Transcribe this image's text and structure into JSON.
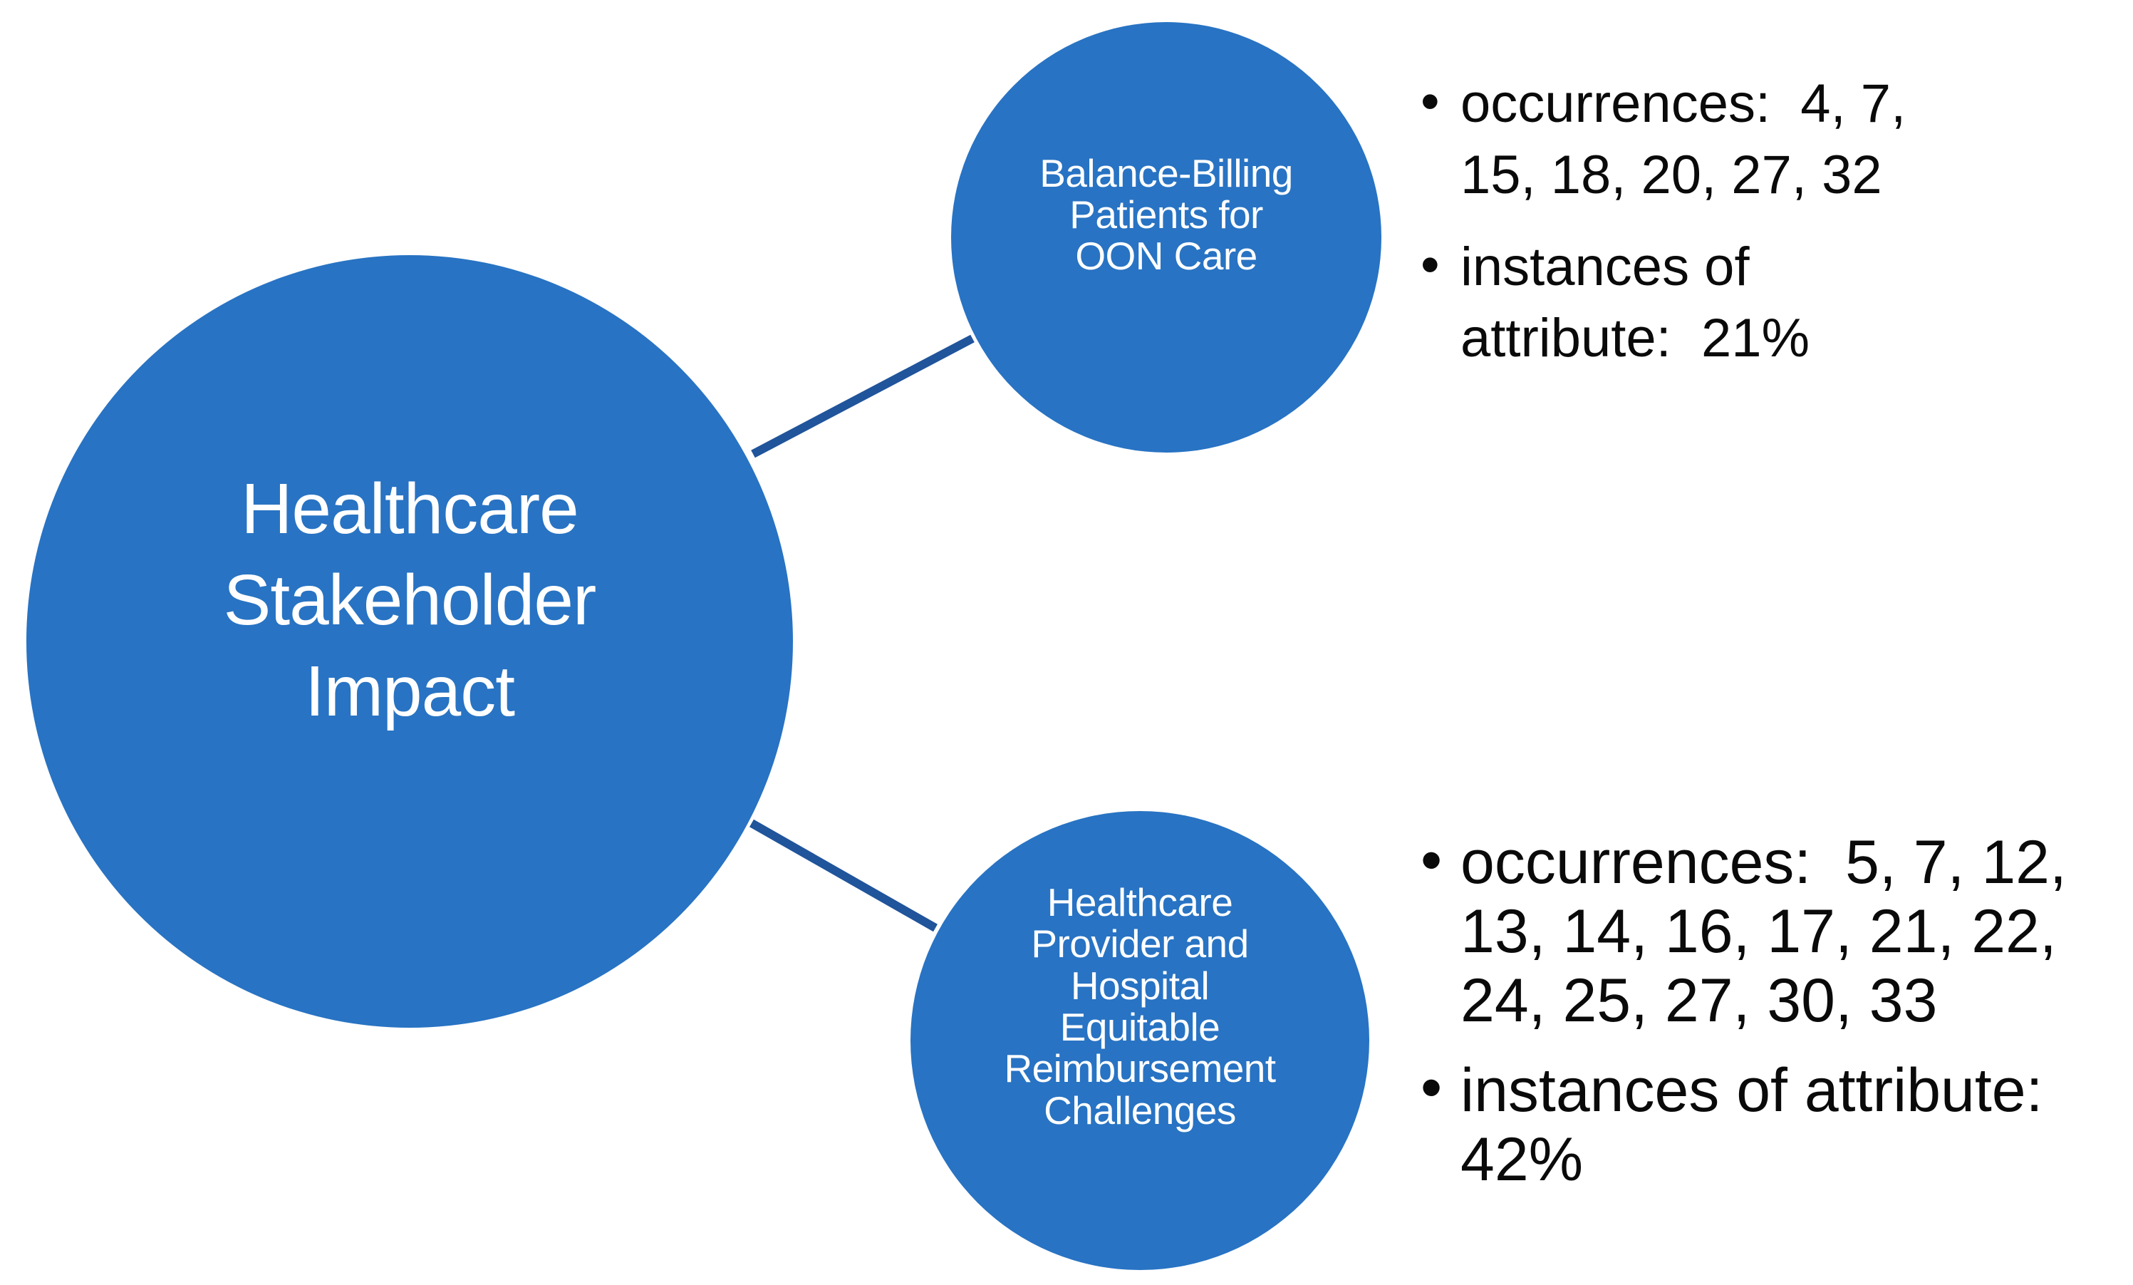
{
  "colors": {
    "background": "#ffffff",
    "circle-fill": "#2873C3",
    "connector": "#20549B",
    "circle-text": "#ffffff",
    "note-text": "#0a0a0a"
  },
  "diagram": {
    "center_node": {
      "label": "Healthcare\nStakeholder\nImpact"
    },
    "nodes": [
      {
        "id": "balance-billing-oon",
        "label": "Balance-Billing\nPatients for\nOON Care",
        "occurrences": [
          4,
          7,
          15,
          18,
          20,
          27,
          32
        ],
        "instances_of_attribute": "21%",
        "notes": [
          "occurrences:  4, 7,\n15, 18, 20, 27, 32",
          "instances of\nattribute:  21%"
        ]
      },
      {
        "id": "provider-reimbursement-challenges",
        "label": "Healthcare\nProvider and\nHospital\nEquitable\nReimbursement\nChallenges",
        "occurrences": [
          5,
          7,
          12,
          13,
          14,
          16,
          17,
          21,
          22,
          24,
          25,
          27,
          30,
          33
        ],
        "instances_of_attribute": "42%",
        "notes": [
          "occurrences:  5, 7, 12,\n13, 14, 16, 17, 21, 22,\n24, 25, 27, 30, 33",
          "instances of attribute:\n42%"
        ]
      }
    ]
  }
}
